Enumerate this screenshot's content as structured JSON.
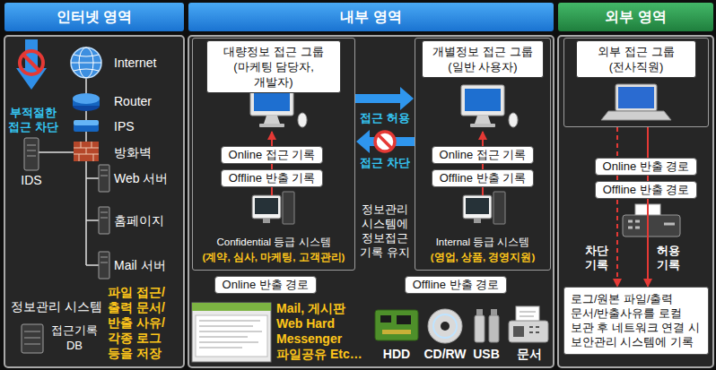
{
  "diagram": {
    "nodes": [
      {
        "text": [
          "인터넷 영역"
        ]
      },
      {
        "text": [
          "내부 영역"
        ]
      },
      {
        "text": [
          "대량정보 접근 그룹 (마케팅 담당자, 개발자)",
          "Confidential 등급 시스템",
          "(계약, 심사, 마케팅, 고객관리)"
        ],
        "in": 1
      },
      {
        "text": [
          "Online 접근 기록"
        ],
        "in": 2
      },
      {
        "text": [
          "Offline 반출 기록"
        ],
        "in": 2
      },
      {
        "text": [
          "개별정보 접근 그룹 (일반 사용자)",
          "Internal 등급 시스템",
          "(영업, 상품, 경영지원)"
        ],
        "in": 1
      },
      {
        "text": [
          "Online 접근 기록"
        ],
        "in": 5
      },
      {
        "text": [
          "Offline 반출 기록"
        ],
        "in": 5
      },
      {
        "text": [
          "Online 반출 경로"
        ],
        "in": 1
      },
      {
        "text": [
          "Offline 반출 경로"
        ],
        "in": 1
      },
      {
        "text": [
          "외부 영역"
        ]
      },
      {
        "text": [
          "외부 접근 그룹 (전사직원)"
        ],
        "in": 10
      },
      {
        "text": [
          "Online 반출 경로"
        ],
        "in": 10
      },
      {
        "text": [
          "Offline 반출 경로"
        ],
        "in": 10
      },
      {
        "text": [
          "로그/원본 파일/출력 문서/반출사유를 로컬 보관 후 네트워크 연결 시 보안관리 시스템에 기록"
        ],
        "in": 10
      }
    ],
    "edges": [
      {
        "from": 2,
        "to": 5,
        "label": "접근 허용",
        "arrow": "to"
      },
      {
        "from": 5,
        "to": 2,
        "label": "접근 차단",
        "arrow": "to"
      },
      {
        "from": 4,
        "to": 3,
        "arrow": "none"
      },
      {
        "from": 7,
        "to": 6,
        "arrow": "none"
      },
      {
        "from": 11,
        "to": 14,
        "label": "차단 기록",
        "arrow": "to"
      },
      {
        "from": 11,
        "to": 14,
        "label": "허용 기록",
        "arrow": "to"
      }
    ],
    "labels": [
      "부적절한 접근 차단",
      "Internet",
      "Router",
      "IPS",
      "방화벽",
      "IDS",
      "Web 서버",
      "홈페이지",
      "Mail 서버",
      "정보관리 시스템",
      "접근기록 DB",
      "파일 접근/ 출력 문서/ 반출 사유/ 각종 로그 등을 저장",
      "정보관리 시스템에 정보접근 기록 유지",
      "Mail, 게시판 Web Hard Messenger 파일공유 Etc…",
      "HDD",
      "CD/RW",
      "USB",
      "문서"
    ]
  }
}
